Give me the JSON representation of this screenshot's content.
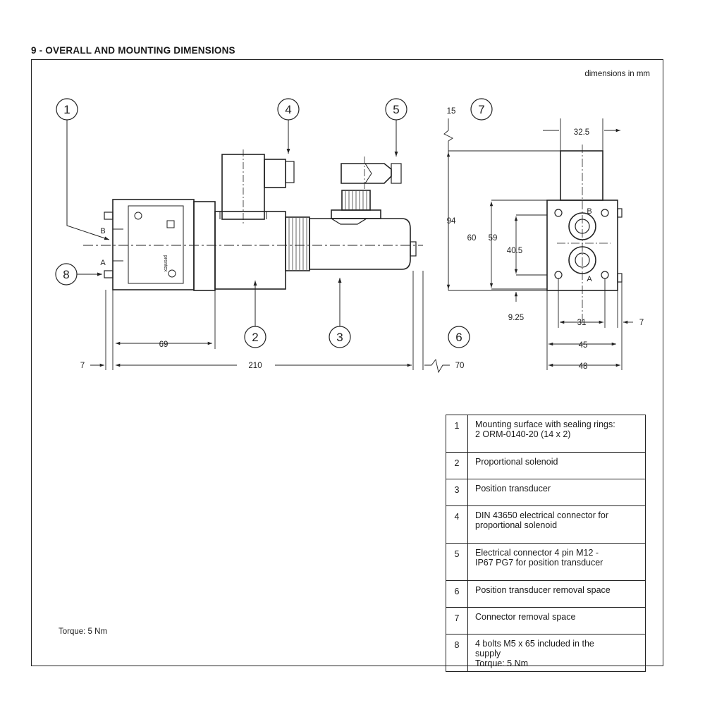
{
  "title": "9 - OVERALL AND MOUNTING DIMENSIONS",
  "units_note": "dimensions in mm",
  "torque_note": "Torque: 5 Nm",
  "callouts": [
    "1",
    "2",
    "3",
    "4",
    "5",
    "6",
    "7",
    "8"
  ],
  "port_labels": {
    "a": "A",
    "b": "B"
  },
  "plate_text": "prontex",
  "dimensions": {
    "d69": "69",
    "d7_left": "7",
    "d210": "210",
    "d70": "70",
    "d15": "15",
    "d94": "94",
    "d60": "60",
    "d59": "59",
    "d40_5": "40.5",
    "d9_25": "9.25",
    "d32_5": "32.5",
    "d31": "31",
    "d7_right": "7",
    "d45": "45",
    "d48": "48"
  },
  "legend": [
    {
      "num": "1",
      "lines": [
        "Mounting surface with sealing rings:",
        "2 ORM-0140-20 (14 x 2)"
      ]
    },
    {
      "num": "2",
      "lines": [
        "Proportional solenoid"
      ]
    },
    {
      "num": "3",
      "lines": [
        "Position transducer"
      ]
    },
    {
      "num": "4",
      "lines": [
        "DIN 43650 electrical connector for",
        "proportional solenoid"
      ]
    },
    {
      "num": "5",
      "lines": [
        "Electrical connector 4 pin M12 -",
        "IP67 PG7 for position transducer"
      ]
    },
    {
      "num": "6",
      "lines": [
        "Position transducer removal space"
      ]
    },
    {
      "num": "7",
      "lines": [
        "Connector removal space"
      ]
    },
    {
      "num": "8",
      "lines": [
        "4 bolts M5 x 65 included in the",
        "supply",
        "Torque: 5 Nm"
      ]
    }
  ]
}
